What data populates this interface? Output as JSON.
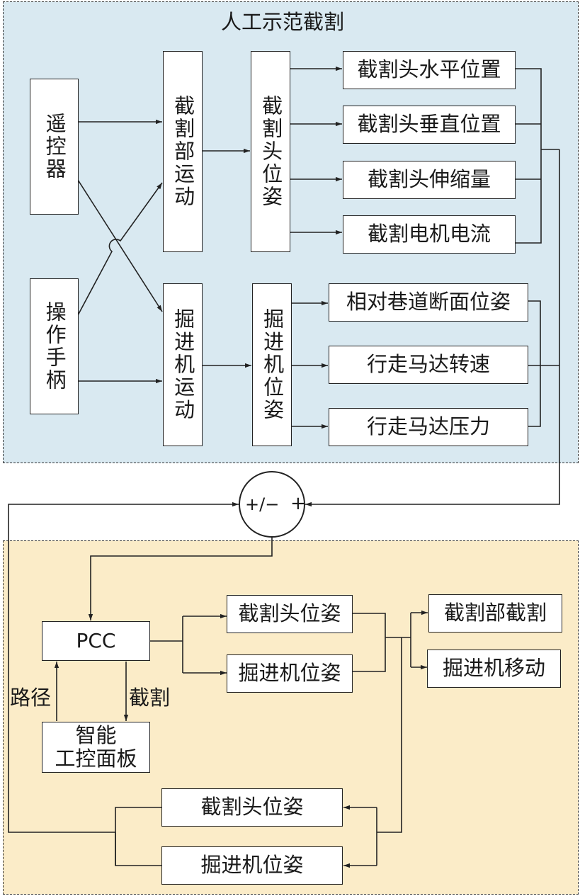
{
  "top_region": {
    "title": "人工示范截割",
    "remote": "遥控器",
    "handle": "操作手柄",
    "cutter_motion": "截割部运动",
    "machine_motion": "掘进机运动",
    "head_pose": "截割头位姿",
    "machine_pose": "掘进机位姿",
    "head_outputs": [
      "截割头水平位置",
      "截割头垂直位置",
      "截割头伸缩量",
      "截割电机电流"
    ],
    "machine_outputs": [
      "相对巷道断面位姿",
      "行走马达转速",
      "行走马达压力"
    ]
  },
  "summing_node": {
    "minus": "+/−",
    "plus": "+"
  },
  "bottom_region": {
    "pcc": "PCC",
    "path_label": "路径",
    "cut_label": "截割",
    "panel_line1": "智能",
    "panel_line2": "工控面板",
    "head_pose": "截割头位姿",
    "machine_pose": "掘进机位姿",
    "cutter_action": "截割部截割",
    "machine_move": "掘进机移动",
    "feedback_head_pose": "截割头位姿",
    "feedback_machine_pose": "掘进机位姿"
  },
  "colors": {
    "top_bg": "#d9e9f1",
    "bottom_bg": "#fbecc8",
    "line": "#222222"
  }
}
